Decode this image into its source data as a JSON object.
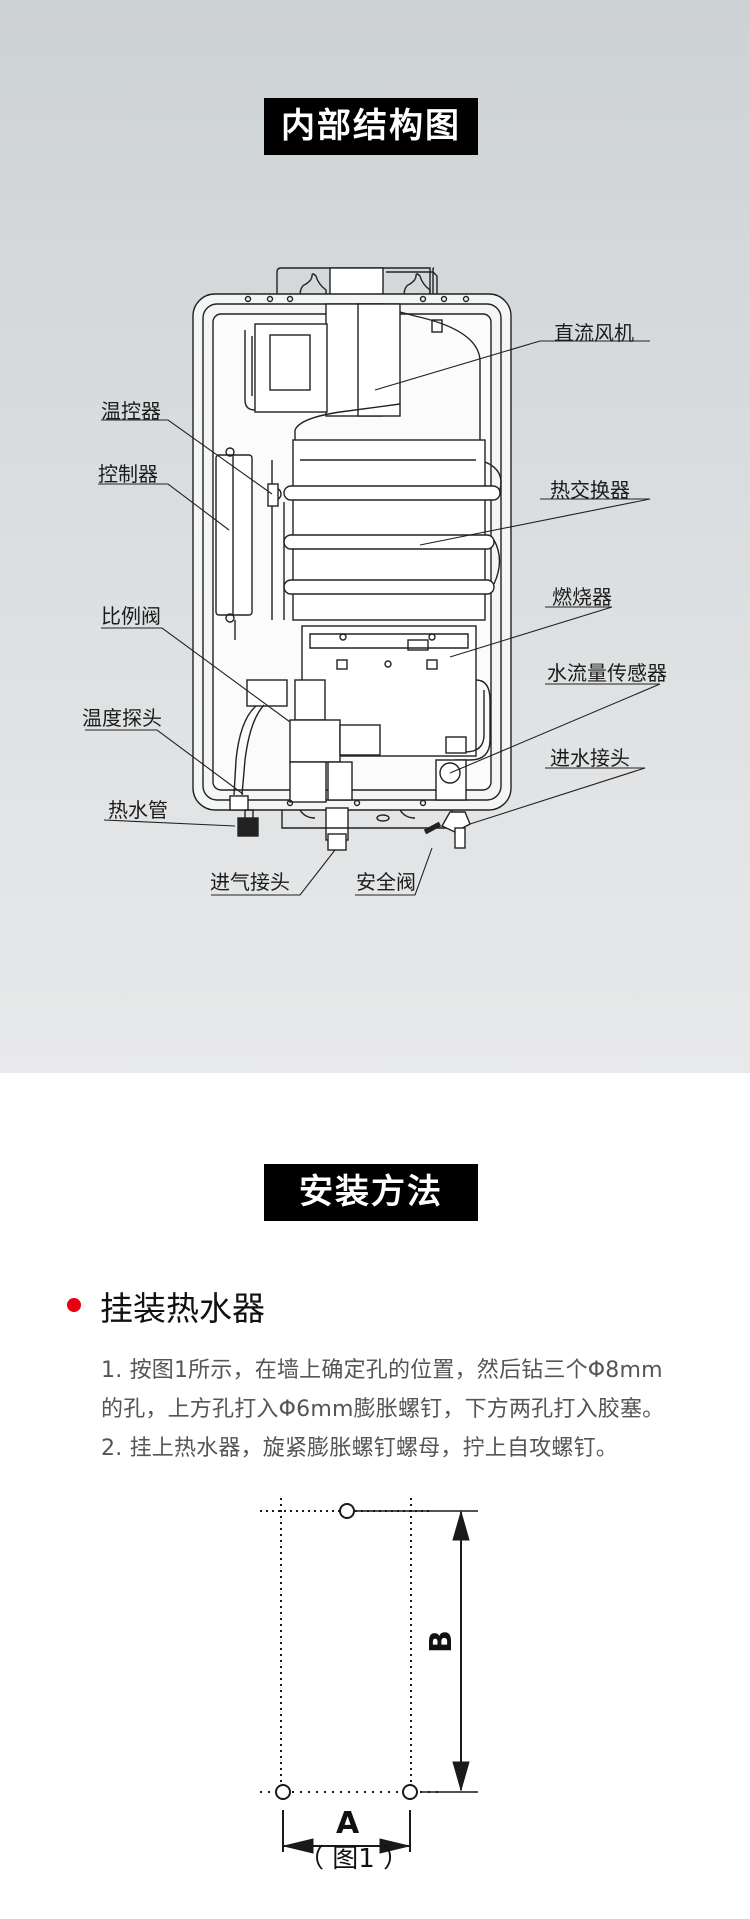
{
  "structure_section": {
    "title": "内部结构图",
    "labels": {
      "fan": "直流风机",
      "thermostat": "温控器",
      "controller": "控制器",
      "heat_exchanger": "热交换器",
      "burner": "燃烧器",
      "proportional_valve": "比例阀",
      "water_flow_sensor": "水流量传感器",
      "temperature_probe": "温度探头",
      "water_inlet": "进水接头",
      "hot_water_pipe": "热水管",
      "gas_inlet": "进气接头",
      "safety_valve": "安全阀"
    }
  },
  "install_section": {
    "title": "安装方法",
    "subheading": "挂装热水器",
    "bullet_color": "#e60012",
    "steps": [
      "1. 按图1所示，在墙上确定孔的位置，然后钻三个Φ8mm",
      "的孔，上方孔打入Φ6mm膨胀螺钉，下方两孔打入胶塞。",
      "2. 挂上热水器，旋紧膨胀螺钉螺母，拧上自攻螺钉。"
    ],
    "figure": {
      "dimension_a": "A",
      "dimension_b": "B",
      "caption": "（ 图1 ）"
    }
  }
}
